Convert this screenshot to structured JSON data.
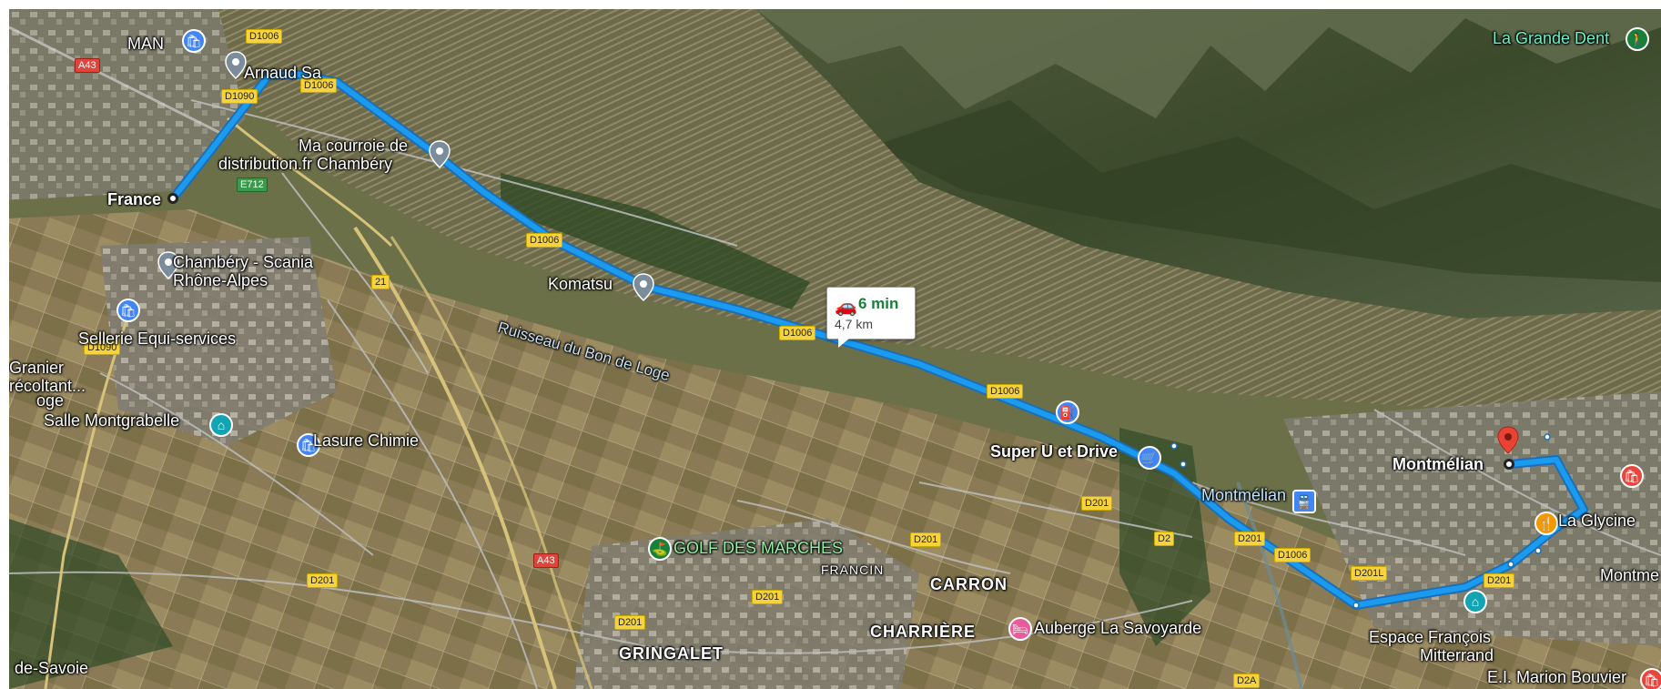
{
  "route": {
    "time": "6 min",
    "distance": "4,7 km",
    "origin": "France",
    "destination": "Montmélian"
  },
  "places": {
    "man": "MAN",
    "arnaud": "Arnaud Sa",
    "courroie": "Ma courroie de",
    "courroie2": "distribution.fr Chambéry",
    "scania": "Chambéry - Scania",
    "scania2": "Rhône-Alpes",
    "sellerie": "Sellerie Equi-services",
    "granier": "Granier",
    "granier2": "récoltant...",
    "oge": "oge",
    "salle": "Salle Montgrabelle",
    "lasure": "Lasure Chimie",
    "komatsu": "Komatsu",
    "ruisseau": "Ruisseau du Bon de Loge",
    "grande_dent": "La Grande Dent",
    "superu": "Super U et Drive",
    "montmelian_station": "Montmélian",
    "glycine": "La Glycine",
    "montme": "Montme",
    "golf": "GOLF DES MARCHES",
    "francin": "FRANCIN",
    "carron": "CARRON",
    "charriere": "CHARRIÈRE",
    "auberge": "Auberge La Savoyarde",
    "gringalet": "GRINGALET",
    "espace": "Espace François",
    "espace2": "Mitterrand",
    "marion": "E.I. Marion Bouvier",
    "desavoie": "de-Savoie"
  },
  "roads": {
    "d1006": "D1006",
    "d1090": "D1090",
    "a43": "A43",
    "e712": "E712",
    "r21": "21",
    "d201": "D201",
    "d201l": "D201L",
    "d2": "D2",
    "d2a": "D2A"
  },
  "icons": {
    "route_color": "#1a9bf0",
    "origin": "endpoint-circle-icon",
    "destination": "red-pin-icon",
    "car": "car-icon",
    "fuel": "fuel-icon",
    "shopping": "shopping-bag-icon",
    "restaurant": "fork-knife-icon",
    "hiking": "hiking-icon",
    "golf": "golf-icon",
    "hotel": "bed-icon",
    "museum": "museum-icon"
  }
}
